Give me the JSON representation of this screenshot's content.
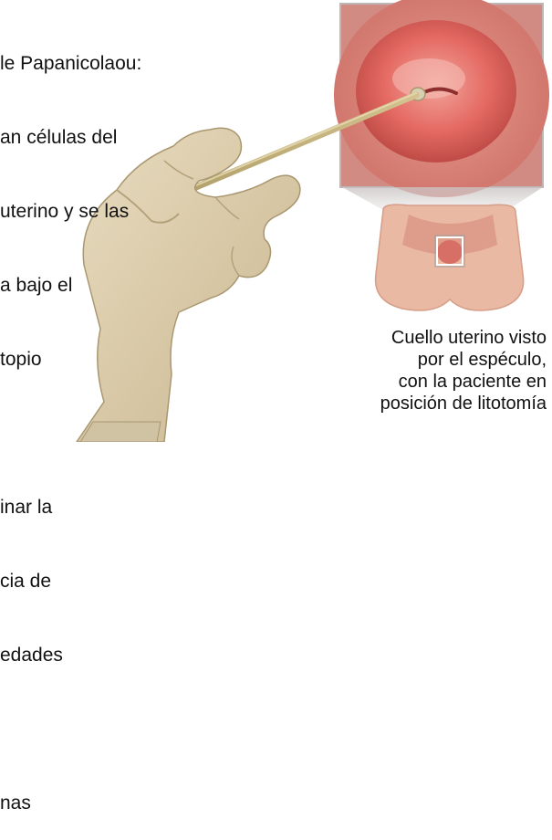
{
  "description_lines": [
    "le Papanicolaou:",
    "an células del",
    "uterino y se las",
    "a bajo el",
    "topio",
    "",
    "inar la",
    "cia de",
    "edades",
    "",
    "nas"
  ],
  "caption_lines": [
    "Cuello uterino visto",
    "por el espéculo,",
    "con la paciente en",
    "posición de litotomía"
  ],
  "colors": {
    "skin_glove": "#d7c8a6",
    "swab": "#b9a677",
    "tissue_pink": "#e46a63",
    "frame": "#c9c3c3"
  }
}
